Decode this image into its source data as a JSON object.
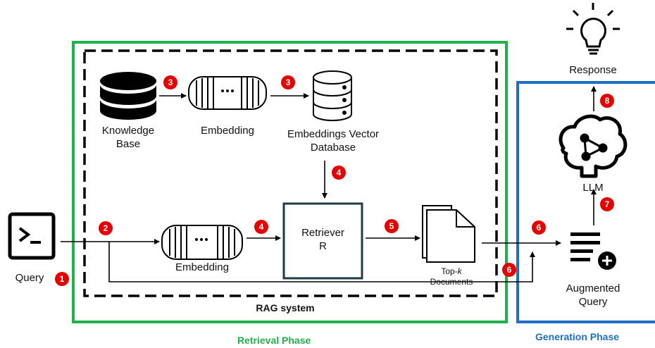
{
  "labels": {
    "knowledge_base_line1": "Knowledge",
    "knowledge_base_line2": "Base",
    "embedding_top": "Embedding",
    "vector_db_line1": "Embeddings Vector",
    "vector_db_line2": "Database",
    "retriever_line1": "Retriever",
    "retriever_line2": "R",
    "embedding_bottom": "Embedding",
    "query": "Query",
    "topk_prefix": "Top-",
    "topk_k": "k",
    "topk_line2": "Documents",
    "rag_system": "RAG system",
    "retrieval_phase": "Retrieval Phase",
    "generation_phase": "Generation Phase",
    "response": "Response",
    "llm": "LLM",
    "augmented_line1": "Augmented",
    "augmented_line2": "Query",
    "ellipsis": "···"
  },
  "steps": {
    "s1": "1",
    "s2": "2",
    "s3a": "3",
    "s3b": "3",
    "s4a": "4",
    "s4b": "4",
    "s5": "5",
    "s6a": "6",
    "s6b": "6",
    "s7": "7",
    "s8": "8"
  },
  "colors": {
    "retrieval_border": "#21b14b",
    "generation_border": "#1f6fc4",
    "badge": "#e60000",
    "retriever_border": "#1d3a47"
  }
}
